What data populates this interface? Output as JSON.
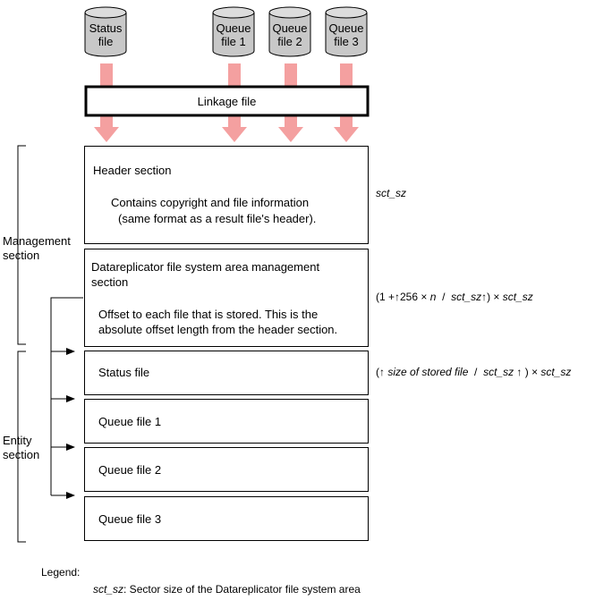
{
  "sources": [
    {
      "id": "status",
      "line1": "Status",
      "line2": "file"
    },
    {
      "id": "queue1",
      "line1": "Queue",
      "line2": "file 1"
    },
    {
      "id": "queue2",
      "line1": "Queue",
      "line2": "file 2"
    },
    {
      "id": "queue3",
      "line1": "Queue",
      "line2": "file 3"
    }
  ],
  "linkage_file": "Linkage file",
  "groups": {
    "management": {
      "line1": "Management",
      "line2": "section"
    },
    "entity": {
      "line1": "Entity",
      "line2": "section"
    }
  },
  "header_section": {
    "title": "Header section",
    "body_line1": "Contains copyright and file information",
    "body_line2": "(same format as a result file's header)."
  },
  "area_mgmt_section": {
    "title_line1": "Datareplicator file system area management",
    "title_line2": "section",
    "body_line1": "Offset to each file that is stored. This is the",
    "body_line2": "absolute offset length from the header section."
  },
  "entity_files": [
    "Status file",
    "Queue file 1",
    "Queue file 2",
    "Queue file 3"
  ],
  "sizes": {
    "header": "sct_sz",
    "mgmt_prefix": "(1 +↑256 × ",
    "mgmt_n": "n",
    "mgmt_mid": "  /  ",
    "mgmt_var": "sct_sz↑",
    "mgmt_suffix": ") × ",
    "mgmt_tail": "sct_sz",
    "entity_prefix": "(↑ ",
    "entity_var": "size of stored file",
    "entity_mid": "  /  ",
    "entity_var2": "sct_sz",
    "entity_suffix": " ↑ ) × ",
    "entity_tail": "sct_sz"
  },
  "legend": {
    "title": "Legend:",
    "term": "sct_sz",
    "definition": ": Sector size of the Datareplicator file system area"
  },
  "colors": {
    "arrow": "#f4a0a0",
    "line": "#000000"
  }
}
